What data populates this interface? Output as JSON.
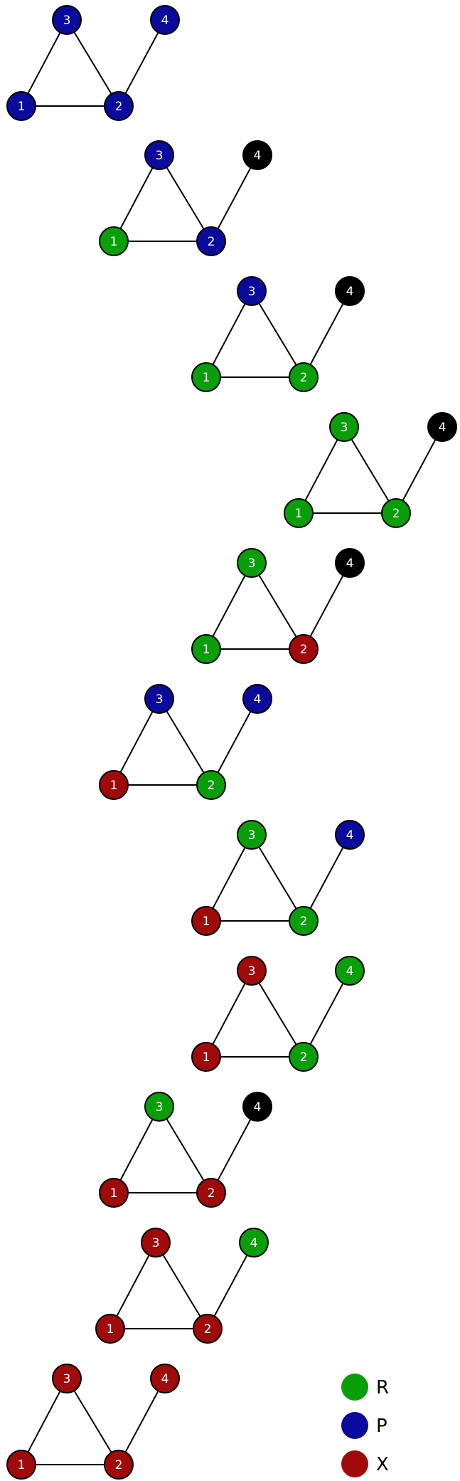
{
  "colors": {
    "G": "#0a9e0a",
    "B": "#0a0a9c",
    "R": "#a00a0a",
    "K": "#000000"
  },
  "edges": [
    [
      "1",
      "2"
    ],
    [
      "1",
      "3"
    ],
    [
      "3",
      "2"
    ],
    [
      "2",
      "4"
    ]
  ],
  "graphs": [
    {
      "nodes": {
        "1": "B",
        "2": "B",
        "3": "B",
        "4": "B"
      }
    },
    {
      "nodes": {
        "1": "G",
        "2": "B",
        "3": "B",
        "4": "K"
      }
    },
    {
      "nodes": {
        "1": "G",
        "2": "G",
        "3": "B",
        "4": "K"
      }
    },
    {
      "nodes": {
        "1": "G",
        "2": "G",
        "3": "G",
        "4": "K"
      }
    },
    {
      "nodes": {
        "1": "G",
        "2": "R",
        "3": "G",
        "4": "K"
      }
    },
    {
      "nodes": {
        "1": "R",
        "2": "G",
        "3": "B",
        "4": "B"
      }
    },
    {
      "nodes": {
        "1": "R",
        "2": "G",
        "3": "G",
        "4": "B"
      }
    },
    {
      "nodes": {
        "1": "R",
        "2": "G",
        "3": "R",
        "4": "G"
      }
    },
    {
      "nodes": {
        "1": "R",
        "2": "R",
        "3": "G",
        "4": "K"
      }
    },
    {
      "nodes": {
        "1": "R",
        "2": "R",
        "3": "R",
        "4": "G"
      }
    },
    {
      "nodes": {
        "1": "R",
        "2": "R",
        "3": "R",
        "4": "R"
      }
    }
  ],
  "legend": [
    {
      "label": "R",
      "color": "G"
    },
    {
      "label": "P",
      "color": "B"
    },
    {
      "label": "X",
      "color": "R"
    }
  ]
}
